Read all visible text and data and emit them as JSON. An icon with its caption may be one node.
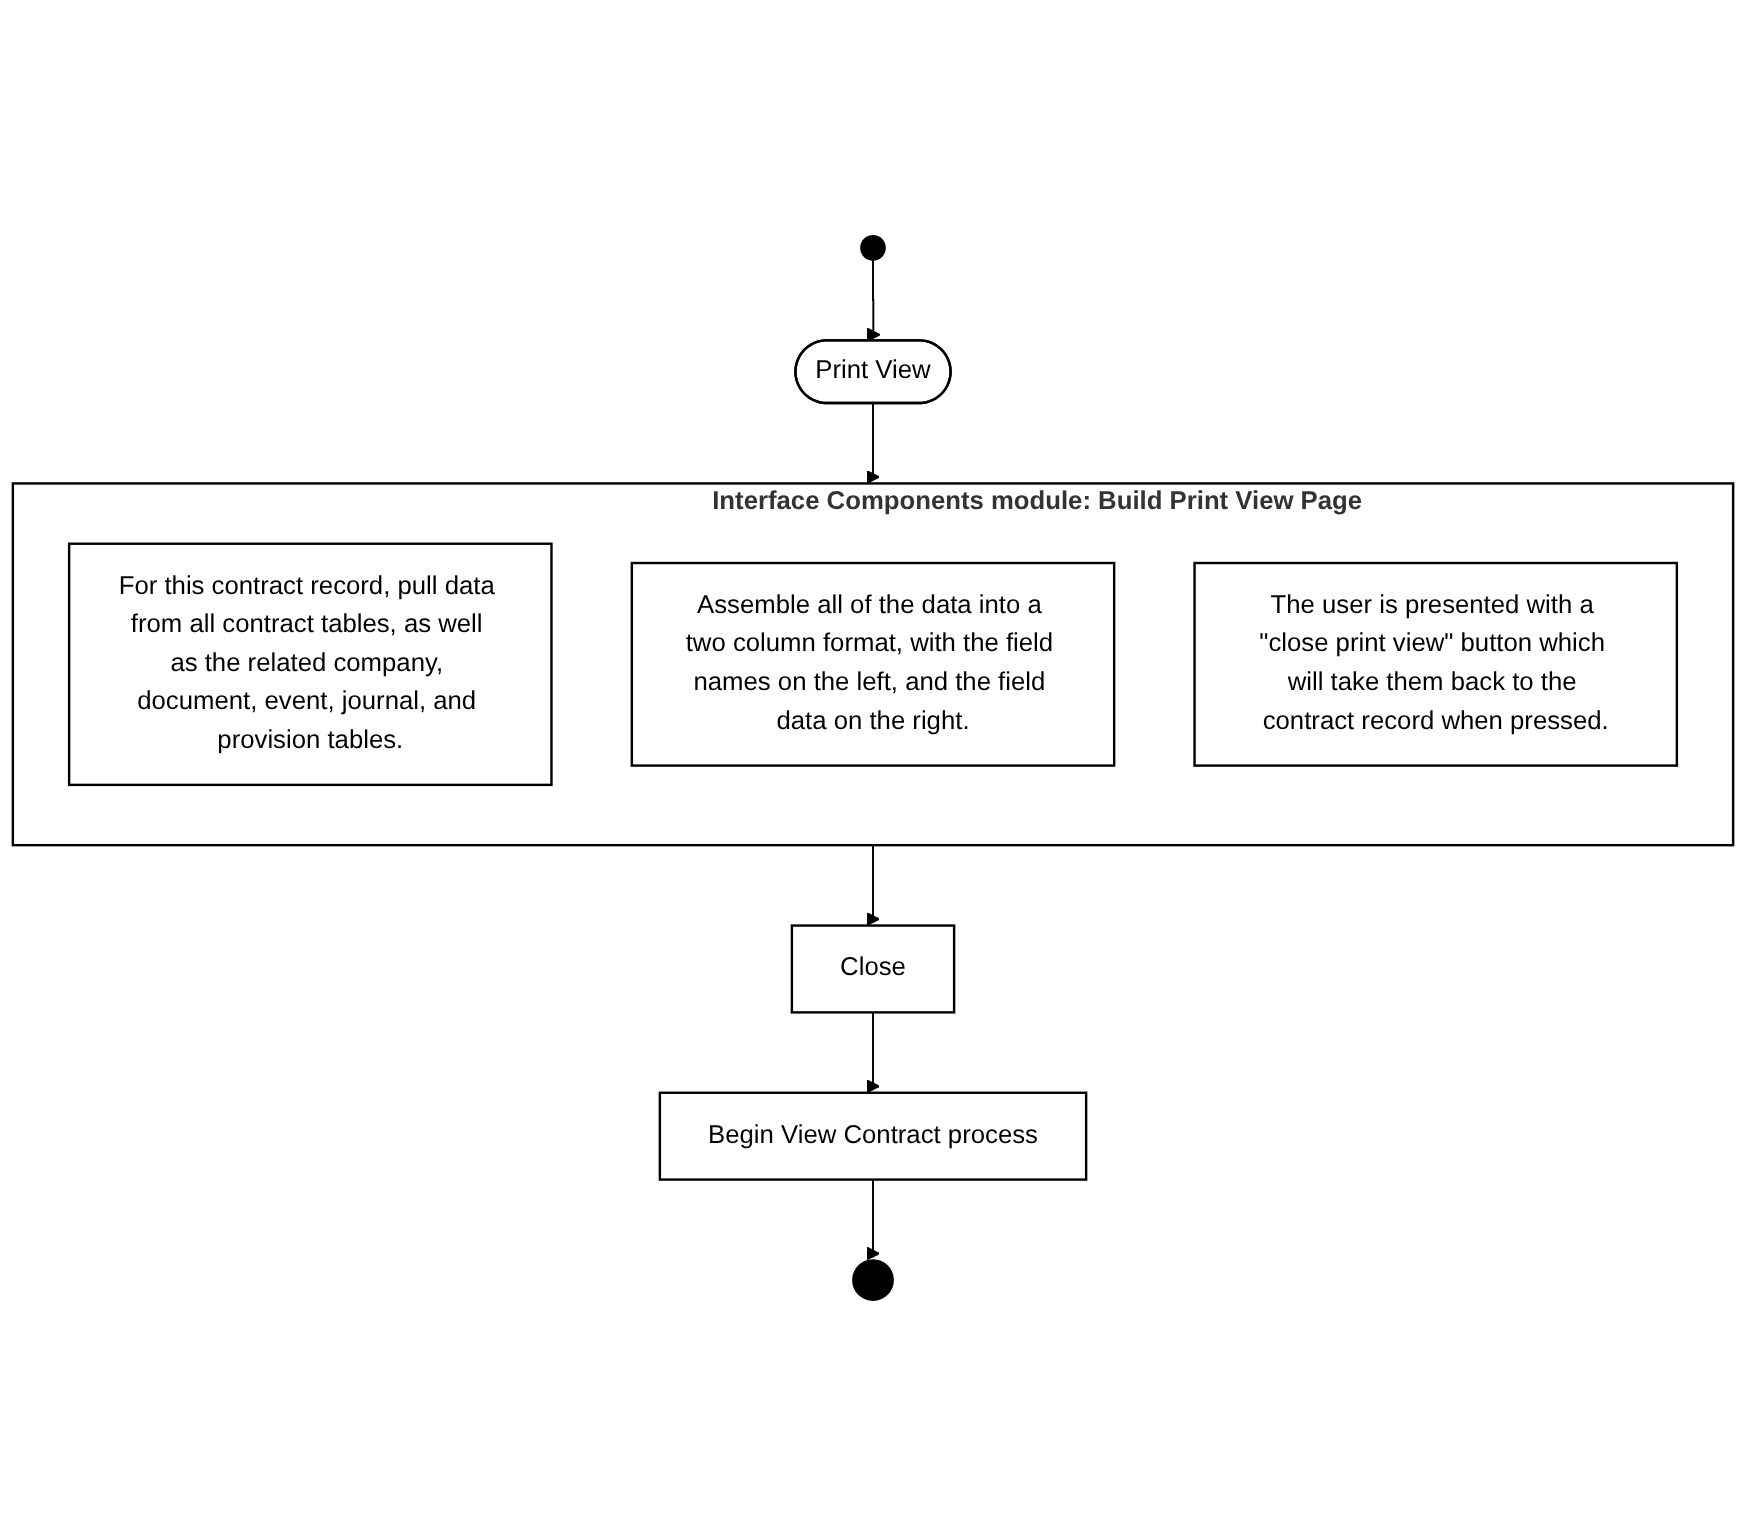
{
  "diagram": {
    "nodes": [
      {
        "text": [],
        "shape": "circle"
      },
      {
        "text": [
          "Print View"
        ]
      },
      {
        "text": [
          "Interface Components module: Build Print View Page"
        ]
      },
      {
        "text": [
          "For this contract record, pull data from all contract tables, as well as the related company, document, event, journal, and provision tables."
        ],
        "in": 2
      },
      {
        "text": [
          "Assemble all of the data into a two column format, with the field names on the left, and the field data on the right."
        ],
        "in": 2
      },
      {
        "text": [
          "The user is presented with a \"close print view\" button which will take them back to the contract record when pressed."
        ],
        "in": 2
      },
      {
        "text": [
          "Close"
        ]
      },
      {
        "text": [
          "Begin View Contract process"
        ]
      },
      {
        "text": [],
        "shape": "circle"
      }
    ],
    "edges": [
      {
        "from": 0,
        "to": 1,
        "arrow": "to"
      },
      {
        "from": 1,
        "to": 2,
        "arrow": "to"
      },
      {
        "from": 2,
        "to": 6,
        "arrow": "to"
      },
      {
        "from": 6,
        "to": 7,
        "arrow": "to"
      },
      {
        "from": 7,
        "to": 8,
        "arrow": "to"
      }
    ]
  }
}
